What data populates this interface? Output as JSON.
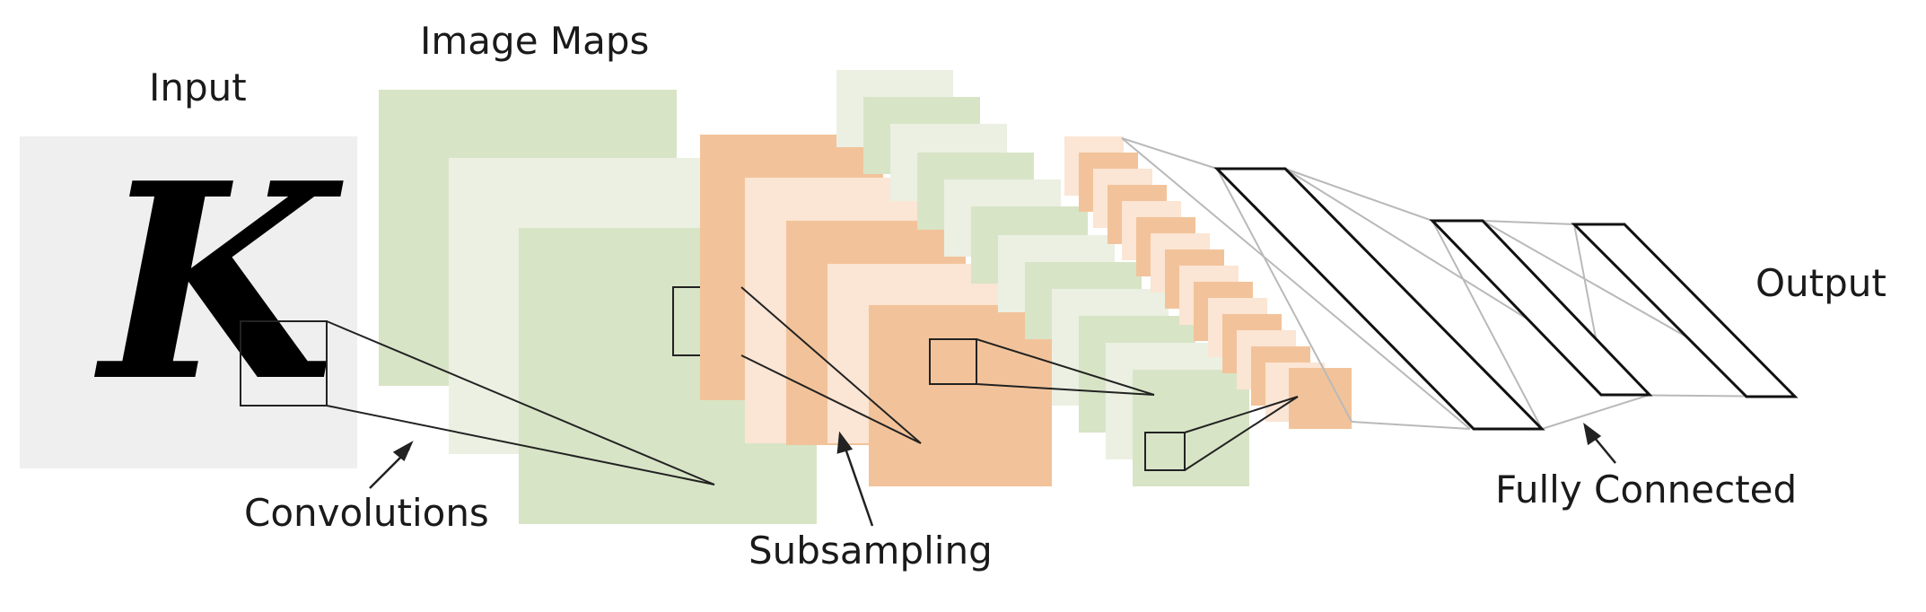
{
  "labels": {
    "input": "Input",
    "image_maps": "Image Maps",
    "output": "Output",
    "convolutions": "Convolutions",
    "subsampling": "Subsampling",
    "fully_connected": "Fully Connected"
  },
  "input_glyph": "K",
  "colors": {
    "input_bg": "#efefef",
    "green_dark": "#d8e4c6",
    "green_light": "#ebf0e2",
    "orange_dark": "#f2c39a",
    "orange_light": "#fbe5d4",
    "line": "#222222",
    "connector": "#b9b9b9"
  }
}
